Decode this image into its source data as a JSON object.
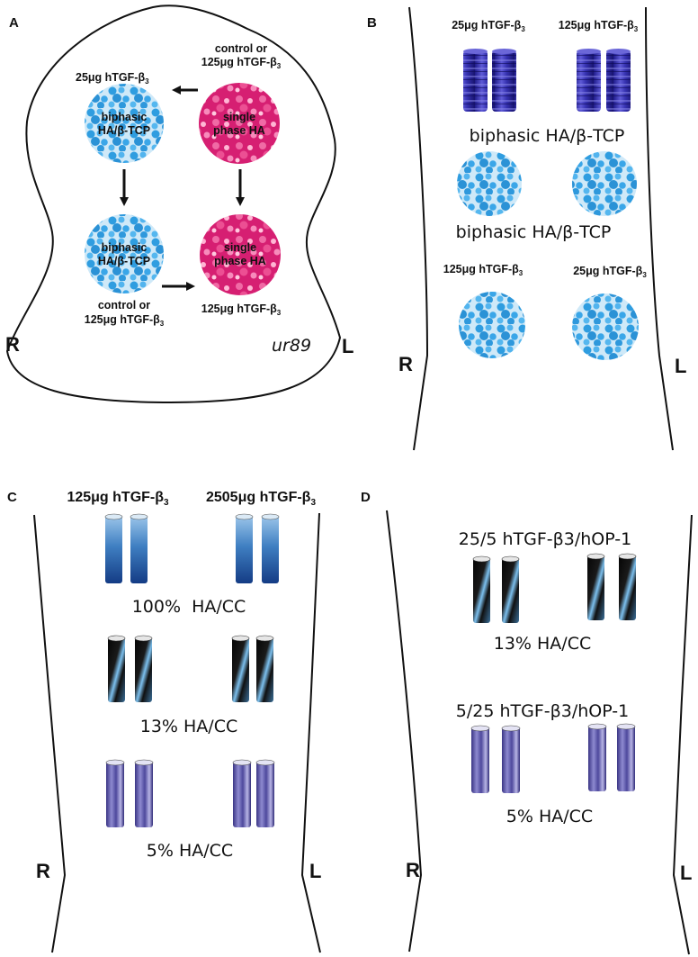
{
  "panels": {
    "a": {
      "letter": "A",
      "left_side": "R",
      "right_side": "L",
      "specimen": "ur89",
      "top_left": {
        "dose": "25μg hTGF-β",
        "dose_sub": "3",
        "line1": "biphasic",
        "line2": "HA/β-TCP"
      },
      "top_right": {
        "dose_line1": "control or",
        "dose_line2": "125μg hTGF-β",
        "dose_sub": "3",
        "line1": "single",
        "line2": "phase HA"
      },
      "bottom_left": {
        "dose_line1": "control or",
        "dose_line2": "125μg hTGF-β",
        "dose_sub": "3",
        "line1": "biphasic",
        "line2": "HA/β-TCP"
      },
      "bottom_right": {
        "dose": "125μg hTGF-β",
        "dose_sub": "3",
        "line1": "single",
        "line2": "phase HA"
      }
    },
    "b": {
      "letter": "B",
      "left_side": "R",
      "right_side": "L",
      "dose_top_left": "25μg hTGF-β",
      "dose_top_right": "125μg hTGF-β",
      "dose_bottom_left": "125μg hTGF-β",
      "dose_bottom_right": "25μg hTGF-β",
      "dose_sub": "3",
      "material_1": "biphasic HA/β-TCP",
      "material_2": "biphasic HA/β-TCP"
    },
    "c": {
      "letter": "C",
      "left_side": "R",
      "right_side": "L",
      "dose_left": "125μg hTGF-β",
      "dose_right": "2505μg hTGF-β",
      "dose_sub": "3",
      "material_1": "100%  HA/CC",
      "material_2": "13% HA/CC",
      "material_3": "5% HA/CC"
    },
    "d": {
      "letter": "D",
      "left_side": "R",
      "right_side": "L",
      "combo_1": "25/5 hTGF-β3/hOP-1",
      "material_1": "13% HA/CC",
      "combo_2": "5/25 hTGF-β3/hOP-1",
      "material_2": "5% HA/CC"
    }
  },
  "colors": {
    "biphasic_disc": "#38a7e6",
    "single_phase_disc": "#e0277a",
    "dark_blue_cylinder": "#3a37b5",
    "hacc100_cylinder": "#2f6bb0",
    "hacc13_cylinder": "#111111",
    "hacc5_cylinder": "#5a559e"
  }
}
